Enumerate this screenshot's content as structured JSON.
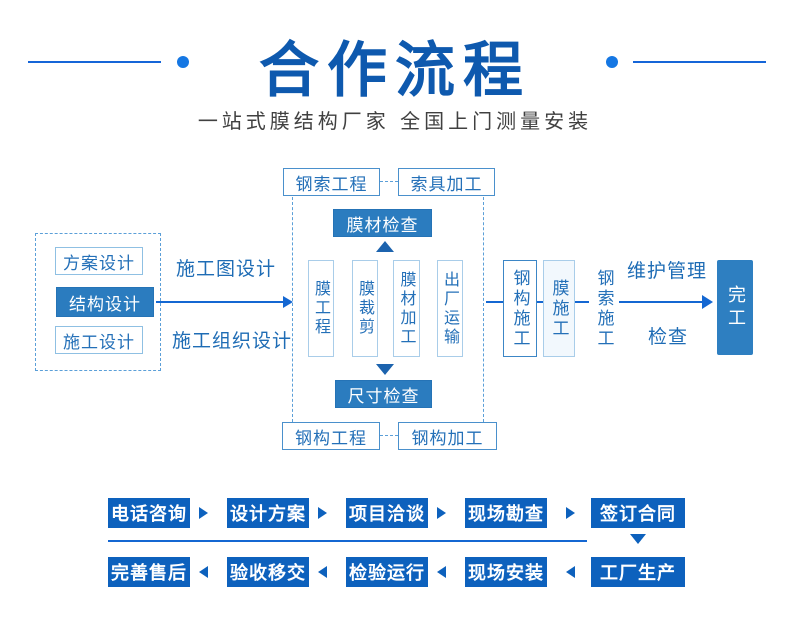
{
  "header": {
    "title": "合作流程",
    "subtitle": "一站式膜结构厂家 全国上门测量安装"
  },
  "flow": {
    "design": {
      "items": [
        "方案设计",
        "结构设计",
        "施工设计"
      ]
    },
    "labels": {
      "construction_drawing": "施工图设计",
      "construction_org": "施工组织设计",
      "maintenance": "维护管理",
      "inspection": "检查"
    },
    "top": [
      "钢索工程",
      "索具加工"
    ],
    "checks": {
      "membrane": "膜材检查",
      "size": "尺寸检查"
    },
    "columns": [
      "膜工程",
      "膜裁剪",
      "膜材加工",
      "出厂运输"
    ],
    "bottom": [
      "钢构工程",
      "钢构加工"
    ],
    "construction": [
      "钢构施工",
      "膜施工",
      "钢索施工"
    ],
    "finish": "完工"
  },
  "steps": {
    "row1": [
      "电话咨询",
      "设计方案",
      "项目洽谈",
      "现场勘查",
      "签订合同"
    ],
    "row2": [
      "完善售后",
      "验收移交",
      "检验运行",
      "现场安装",
      "工厂生产"
    ]
  },
  "colors": {
    "title_blue": "#0e59ae",
    "accent_dot_blue": "#1577e3",
    "line_blue": "#1467d2",
    "solid_box_blue": "#2b7cbf",
    "button_blue": "#0d61bd",
    "label_blue": "#1e6cb5",
    "light_border_blue": "#a9cde9",
    "subtitle_gray": "#404040"
  }
}
